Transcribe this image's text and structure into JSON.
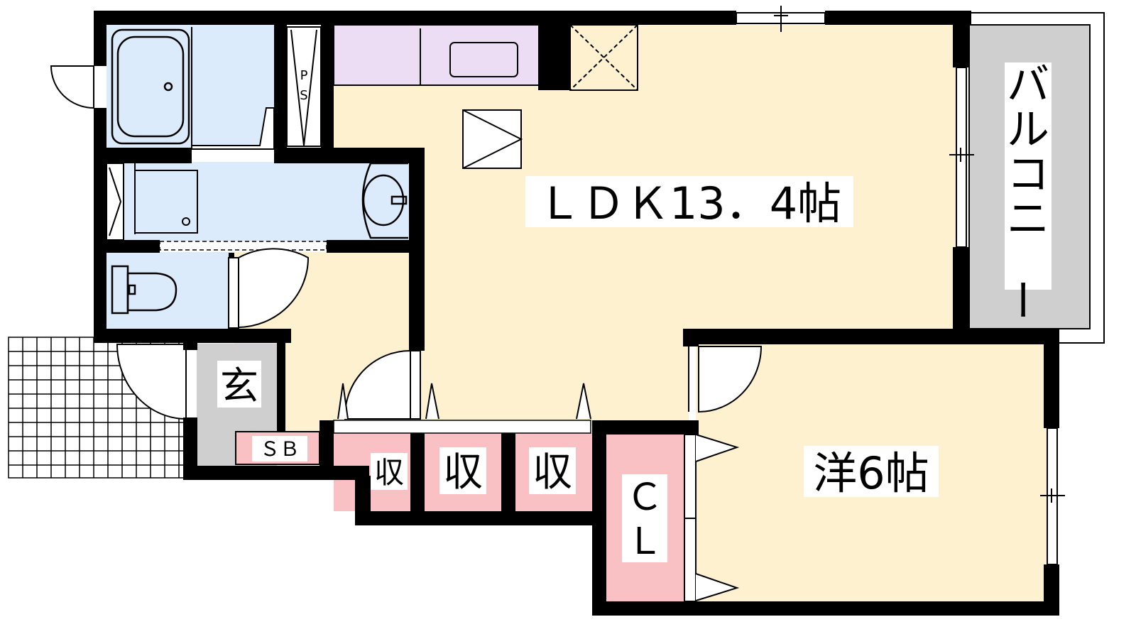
{
  "rooms": {
    "ldk_label": "ＬＤＫ13．4帖",
    "western_label": "洋6帖",
    "entrance_label": "玄",
    "shoebox_label": "ＳＢ",
    "storage_small_label": "収",
    "storage_mid_label": "収",
    "storage_right_label": "収",
    "closet_label_c": "Ｃ",
    "closet_label_l": "Ｌ",
    "balcony_label": "バルコニー",
    "pipe_space_p": "P",
    "pipe_space_s": "S"
  },
  "colors": {
    "living": "#fdf1d0",
    "wet_area": "#dcebfb",
    "kitchen": "#ecdcf4",
    "storage": "#f9c1c4",
    "entrance": "#cfcfcf",
    "balcony": "#cfcfcf",
    "wall": "#000000",
    "label_bg": "#ffffff"
  }
}
